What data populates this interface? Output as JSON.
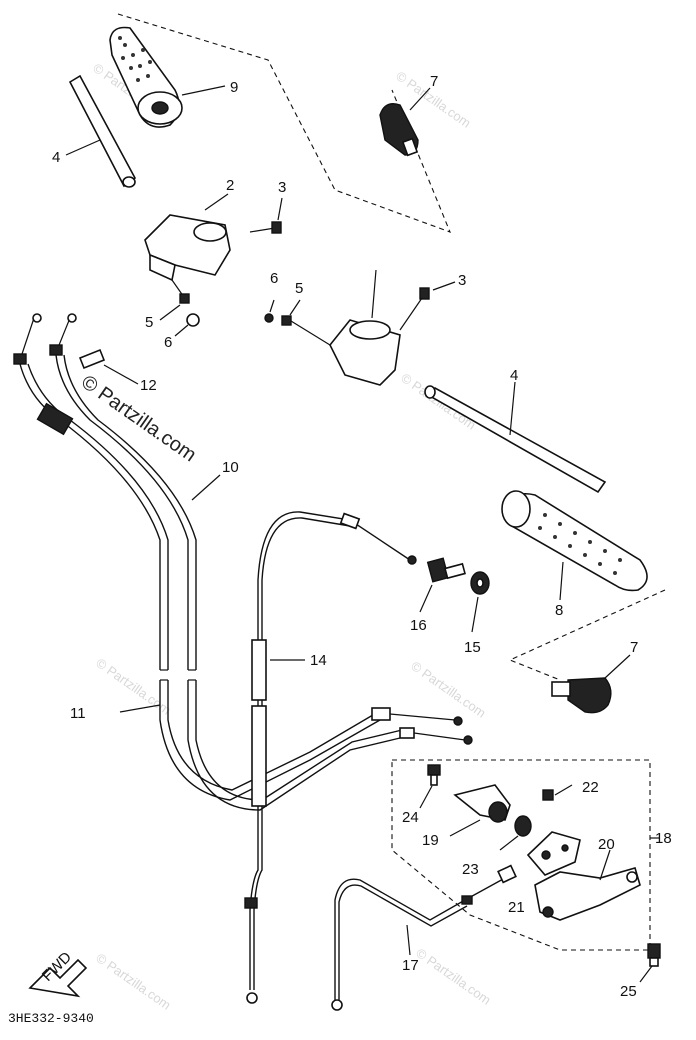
{
  "diagram_code": "3HE332-9340",
  "watermark": "© Partzilla.com",
  "fwd_label": "FWD",
  "callouts": {
    "p2": "2",
    "p3a": "3",
    "p3b": "3",
    "p4a": "4",
    "p4b": "4",
    "p5a": "5",
    "p5b": "5",
    "p6a": "6",
    "p6b": "6",
    "p7a": "7",
    "p7b": "7",
    "p8": "8",
    "p9": "9",
    "p10": "10",
    "p11": "11",
    "p12": "12",
    "p14": "14",
    "p15": "15",
    "p16": "16",
    "p17": "17",
    "p18": "18",
    "p19": "19",
    "p20": "20",
    "p21": "21",
    "p22": "22",
    "p23": "23",
    "p24": "24",
    "p25": "25"
  }
}
